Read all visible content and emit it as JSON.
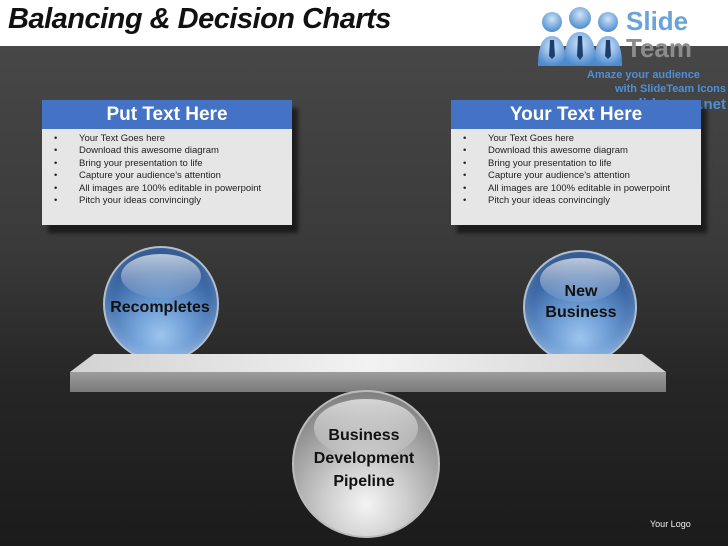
{
  "header": {
    "title": "Balancing & Decision Charts"
  },
  "logo": {
    "brand_line1": "Slide",
    "brand_line2": "Team",
    "tagline_line1": "Amaze your audience",
    "tagline_line2": "with SlideTeam Icons",
    "tagline_line3": "slideteam.net",
    "icon": "people-group-icon"
  },
  "left_box": {
    "title": "Put Text Here",
    "bullets": [
      "Your Text Goes here",
      "Download this awesome diagram",
      "Bring your presentation to life",
      "Capture your audience’s attention",
      "All images are 100% editable in powerpoint",
      "Pitch your ideas convincingly"
    ]
  },
  "right_box": {
    "title": "Your Text Here",
    "bullets": [
      "Your Text Goes here",
      "Download this awesome diagram",
      "Bring your presentation to life",
      "Capture your audience’s attention",
      "All images are 100% editable in powerpoint",
      "Pitch your ideas convincingly"
    ]
  },
  "balls": {
    "left": "Recompletes",
    "right_line1": "New",
    "right_line2": "Business",
    "center_line1": "Business",
    "center_line2": "Development",
    "center_line3": "Pipeline"
  },
  "footer": {
    "logo_text": "Your Logo"
  },
  "colors": {
    "accent": "#4472c4",
    "ball_blue": "#3d6aa8",
    "brand_blue": "#6aa3d8"
  }
}
